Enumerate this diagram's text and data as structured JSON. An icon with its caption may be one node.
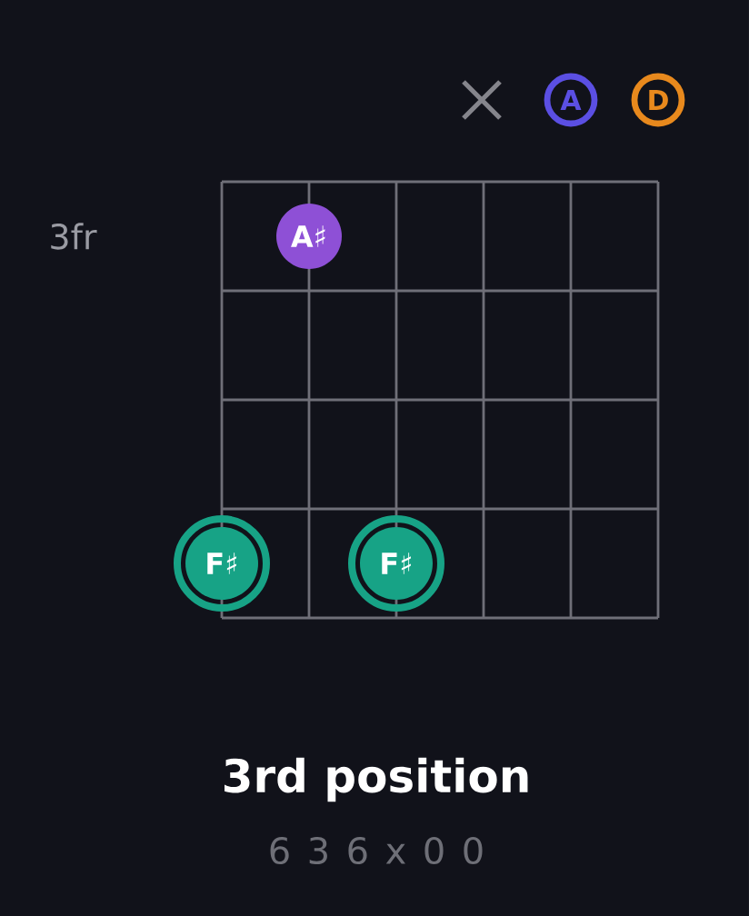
{
  "diagram": {
    "title": "3rd position",
    "nodes": [
      {
        "text": [
          "A"
        ]
      },
      {
        "text": [
          "D"
        ]
      },
      {
        "text": [
          "**A**♯"
        ]
      },
      {
        "text": [
          "**F**♯"
        ]
      },
      {
        "text": [
          "**F**♯"
        ]
      }
    ],
    "labels": [
      "3fr",
      "6 3 6 x 0 0"
    ]
  }
}
